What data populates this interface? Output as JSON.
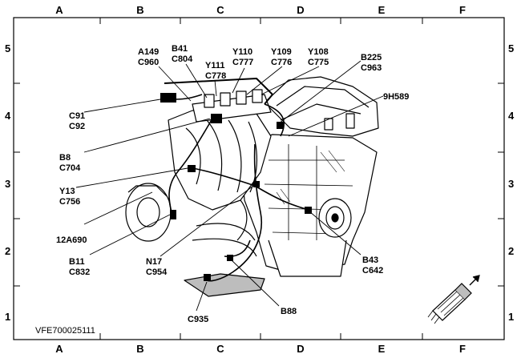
{
  "grid": {
    "columns": [
      "A",
      "B",
      "C",
      "D",
      "E",
      "F"
    ],
    "rows": [
      "5",
      "4",
      "3",
      "2",
      "1"
    ]
  },
  "callouts": [
    {
      "id": "a149",
      "lines": [
        "A149",
        "C960"
      ]
    },
    {
      "id": "b41",
      "lines": [
        "B41",
        "C804"
      ]
    },
    {
      "id": "y111",
      "lines": [
        "Y111",
        "C778"
      ]
    },
    {
      "id": "y110",
      "lines": [
        "Y110",
        "C777"
      ]
    },
    {
      "id": "y109",
      "lines": [
        "Y109",
        "C776"
      ]
    },
    {
      "id": "y108",
      "lines": [
        "Y108",
        "C775"
      ]
    },
    {
      "id": "b225",
      "lines": [
        "B225",
        "C963"
      ]
    },
    {
      "id": "9h589",
      "lines": [
        "9H589"
      ]
    },
    {
      "id": "c91",
      "lines": [
        "C91",
        "C92"
      ]
    },
    {
      "id": "b8",
      "lines": [
        "B8",
        "C704"
      ]
    },
    {
      "id": "y13",
      "lines": [
        "Y13",
        "C756"
      ]
    },
    {
      "id": "12a690",
      "lines": [
        "12A690"
      ]
    },
    {
      "id": "b11",
      "lines": [
        "B11",
        "C832"
      ]
    },
    {
      "id": "n17",
      "lines": [
        "N17",
        "C954"
      ]
    },
    {
      "id": "b43",
      "lines": [
        "B43",
        "C642"
      ]
    },
    {
      "id": "b88",
      "lines": [
        "B88"
      ]
    },
    {
      "id": "c935",
      "lines": [
        "C935"
      ]
    }
  ],
  "figure_id": "VFE700025111",
  "colors": {
    "ink": "#000000",
    "paper": "#ffffff",
    "shade": "#bdbdbd"
  }
}
